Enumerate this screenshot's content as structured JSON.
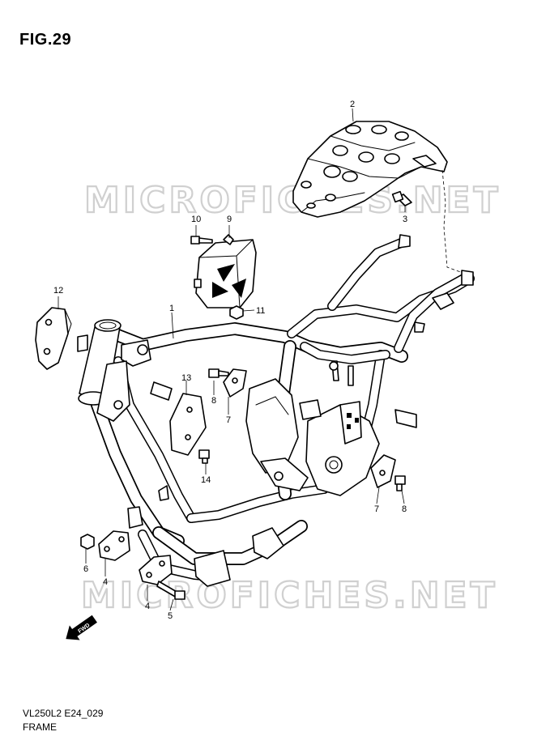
{
  "figure": {
    "title": "FIG.29",
    "code": "VL250L2 E24_029",
    "name": "FRAME"
  },
  "watermark": {
    "text": "MICROFICHES.NET",
    "color": "#c8c8c8"
  },
  "direction_arrow": {
    "label": "FWD"
  },
  "callouts": [
    {
      "id": "c1",
      "label": "1"
    },
    {
      "id": "c2",
      "label": "2"
    },
    {
      "id": "c3",
      "label": "3"
    },
    {
      "id": "c4a",
      "label": "4"
    },
    {
      "id": "c4b",
      "label": "4"
    },
    {
      "id": "c5",
      "label": "5"
    },
    {
      "id": "c6",
      "label": "6"
    },
    {
      "id": "c7a",
      "label": "7"
    },
    {
      "id": "c7b",
      "label": "7"
    },
    {
      "id": "c8a",
      "label": "8"
    },
    {
      "id": "c8b",
      "label": "8"
    },
    {
      "id": "c9",
      "label": "9"
    },
    {
      "id": "c10",
      "label": "10"
    },
    {
      "id": "c11",
      "label": "11"
    },
    {
      "id": "c12",
      "label": "12"
    },
    {
      "id": "c13",
      "label": "13"
    },
    {
      "id": "c14",
      "label": "14"
    }
  ]
}
